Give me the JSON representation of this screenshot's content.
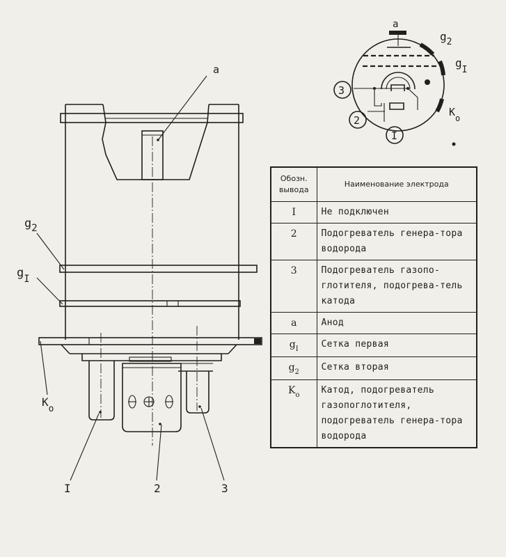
{
  "tube_labels": {
    "anode": "a",
    "g2_base": "g",
    "g2_sub": "2",
    "g1_base": "g",
    "g1_sub": "I",
    "ko_base": "K",
    "ko_sub": "o",
    "pin1": "I",
    "pin2": "2",
    "pin3": "3"
  },
  "base_labels": {
    "anode": "a",
    "g2_base": "g",
    "g2_sub": "2",
    "g1_base": "g",
    "g1_sub": "I",
    "ko_base": "K",
    "ko_sub": "o",
    "pin1": "I",
    "pin2": "2",
    "pin3": "3"
  },
  "table": {
    "header_code": "Обозн. вывода",
    "header_name": "Наименование электрода",
    "rows": [
      {
        "code": "I",
        "code_sub": "",
        "name": "Не подключен"
      },
      {
        "code": "2",
        "code_sub": "",
        "name": "Подогреватель генера-тора водорода"
      },
      {
        "code": "3",
        "code_sub": "",
        "name": "Подогреватель газопо-глотителя, подогрева-тель катода"
      },
      {
        "code": "a",
        "code_sub": "",
        "name": "Анод"
      },
      {
        "code": "g",
        "code_sub": "I",
        "name": "Сетка первая"
      },
      {
        "code": "g",
        "code_sub": "2",
        "name": "Сетка вторая"
      },
      {
        "code": "K",
        "code_sub": "o",
        "name": "Катод, подогреватель газопоглотителя, подогреватель генера-тора водорода"
      }
    ]
  }
}
